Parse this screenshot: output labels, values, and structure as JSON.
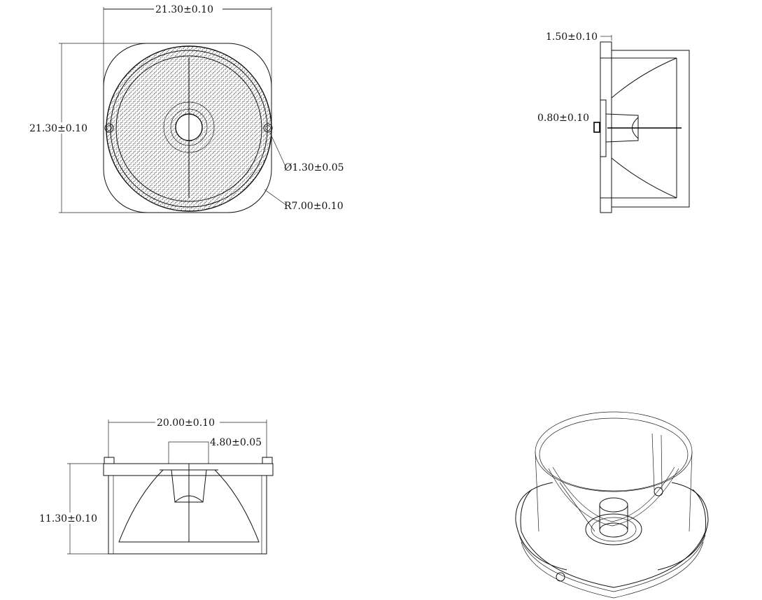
{
  "top_view": {
    "width_dim": "21.30±0.10",
    "height_dim": "21.30±0.10",
    "hole_dim": "Ø1.30±0.05",
    "radius_dim": "R7.00±0.10"
  },
  "side_view": {
    "flange_dim": "1.50±0.10",
    "pin_dim": "0.80±0.10"
  },
  "front_view": {
    "width_dim": "20.00±0.10",
    "inner_dim": "4.80±0.05",
    "height_dim": "11.30±0.10"
  }
}
